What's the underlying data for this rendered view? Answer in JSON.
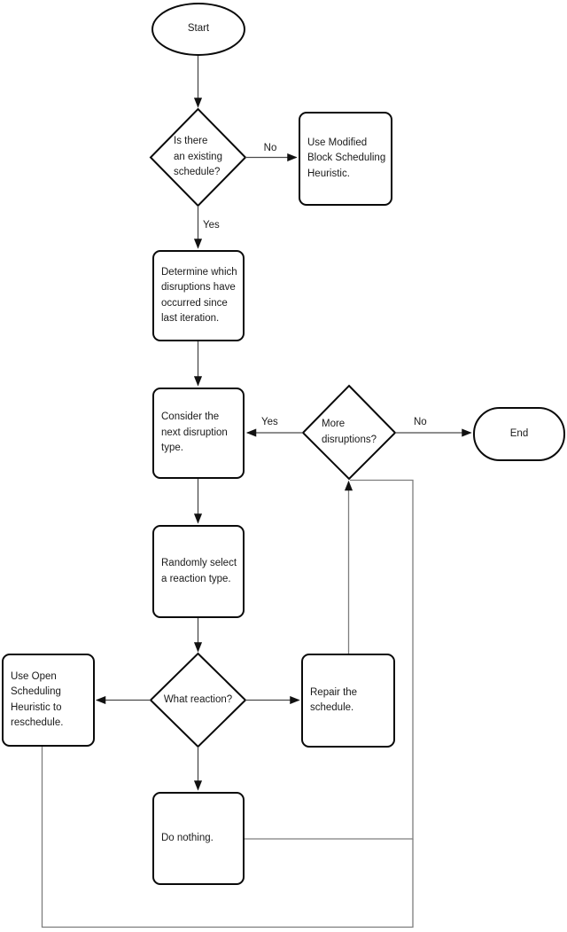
{
  "colors": {
    "background": "#ffffff",
    "shape_stroke": "#0a0a0a",
    "connector": "#4a4a4a",
    "feedback_connector": "#7d7d7d",
    "arrowhead": "#111111",
    "text": "#1a1a1a"
  },
  "nodes": {
    "start": {
      "type": "terminal",
      "label": "Start"
    },
    "existing_schedule_decision": {
      "type": "decision",
      "label": "Is there\nan existing\nschedule?"
    },
    "modified_block_process": {
      "type": "process",
      "label": "Use Modified\nBlock Scheduling\nHeuristic."
    },
    "determine_disruptions_process": {
      "type": "process",
      "label": "Determine which\ndisruptions have\noccurred since\nlast iteration."
    },
    "consider_disruption_process": {
      "type": "process",
      "label": "Consider the\nnext disruption\ntype."
    },
    "more_disruptions_decision": {
      "type": "decision",
      "label": "More\ndisruptions?"
    },
    "end": {
      "type": "terminal",
      "label": "End"
    },
    "random_reaction_process": {
      "type": "process",
      "label": "Randomly select\na reaction type."
    },
    "what_reaction_decision": {
      "type": "decision",
      "label": "What reaction?"
    },
    "open_scheduling_process": {
      "type": "process",
      "label": "Use Open\nScheduling\nHeuristic to\nreschedule."
    },
    "repair_process": {
      "type": "process",
      "label": "Repair the\nschedule."
    },
    "do_nothing_process": {
      "type": "process",
      "label": "Do nothing."
    }
  },
  "edge_labels": {
    "existing_no": "No",
    "existing_yes": "Yes",
    "more_yes": "Yes",
    "more_no": "No"
  }
}
